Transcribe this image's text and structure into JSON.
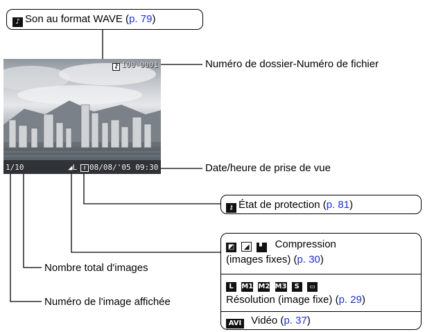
{
  "callouts": {
    "wave_sound": {
      "text": "Son au format WAVE (",
      "page": "p. 79",
      "close": ")",
      "icon": "wave-sound-icon"
    },
    "folder_file_number": "Numéro de dossier-Numéro de fichier",
    "date_time": "Date/heure de prise de vue",
    "protection": {
      "text": "État de protection (",
      "page": "p. 81",
      "close": ")",
      "icon": "protect-key-icon"
    },
    "compression": {
      "line1": "Compression",
      "line2": "(images fixes) (",
      "page": "p. 30",
      "close": ")",
      "icons": [
        "superfine-icon",
        "fine-icon",
        "normal-icon"
      ]
    },
    "resolution": {
      "text": "Résolution (image fixe) (",
      "page": "p. 29",
      "close": ")",
      "icons": [
        {
          "name": "large-icon",
          "glyph": "L"
        },
        {
          "name": "m1-icon",
          "glyph": "M1"
        },
        {
          "name": "m2-icon",
          "glyph": "M2"
        },
        {
          "name": "m3-icon",
          "glyph": "M3"
        },
        {
          "name": "small-icon",
          "glyph": "S"
        },
        {
          "name": "postcard-icon",
          "glyph": ""
        }
      ]
    },
    "movie": {
      "icon_glyph": "AVI",
      "text": "Vidéo (",
      "page": "p. 37",
      "close": ")"
    },
    "total_images": "Nombre total d'images",
    "displayed_image_number": "Numéro de l'image affichée"
  },
  "screen": {
    "file_number": "100-0001",
    "image_counter": "1/10",
    "resolution_indicator": "L",
    "datetime": "08/08/'05  09:30"
  }
}
